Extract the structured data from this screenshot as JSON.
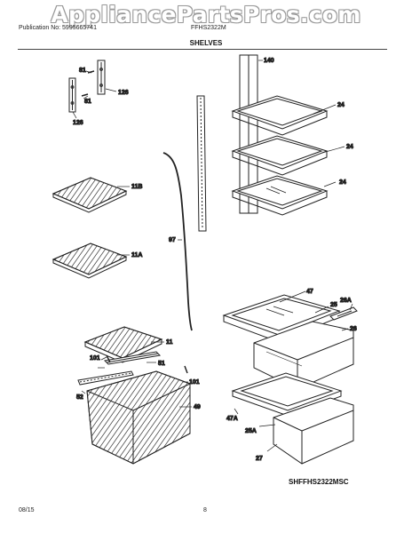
{
  "watermark": "AppliancePartsPros.com",
  "header": {
    "publication": "Publication No: 5995665741",
    "model": "FFHS2322M",
    "section_title": "SHELVES"
  },
  "callouts": {
    "c81a": "81",
    "c126a": "126",
    "c81b": "81",
    "c126b": "126",
    "c140": "140",
    "c24a": "24",
    "c24b": "24",
    "c24c": "24",
    "c11b": "11B",
    "c97": "97",
    "c11a": "11A",
    "c47": "47",
    "c25": "25",
    "c26a": "26A",
    "c26": "26",
    "c11": "11",
    "c101a": "101",
    "c51": "51",
    "c52": "52",
    "c101b": "101",
    "c49": "49",
    "c47a": "47A",
    "c25a": "25A",
    "c27": "27"
  },
  "drawing_id": "SHFFHS2322MSC",
  "footer": {
    "date": "08/15",
    "page": "8"
  }
}
